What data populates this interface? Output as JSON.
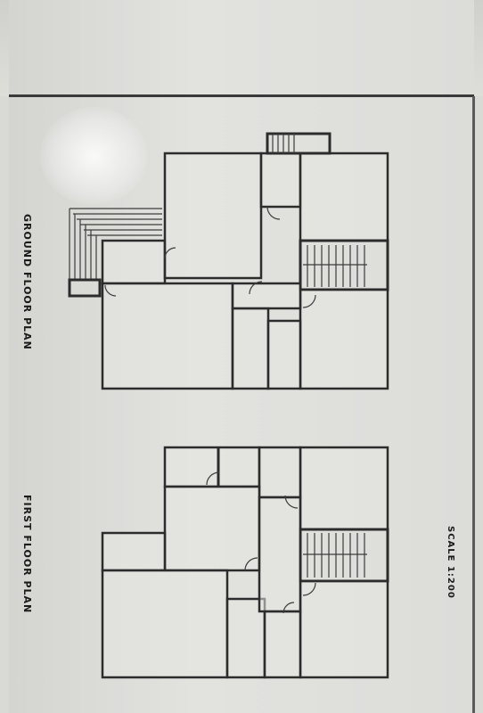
{
  "sheet": {
    "ground_title": "GROUND FLOOR PLAN",
    "first_title": "FIRST FLOOR PLAN",
    "scale": "SCALE 1:200"
  },
  "colors": {
    "paper": "#dcdcd9",
    "ink": "#2c2c2c"
  }
}
